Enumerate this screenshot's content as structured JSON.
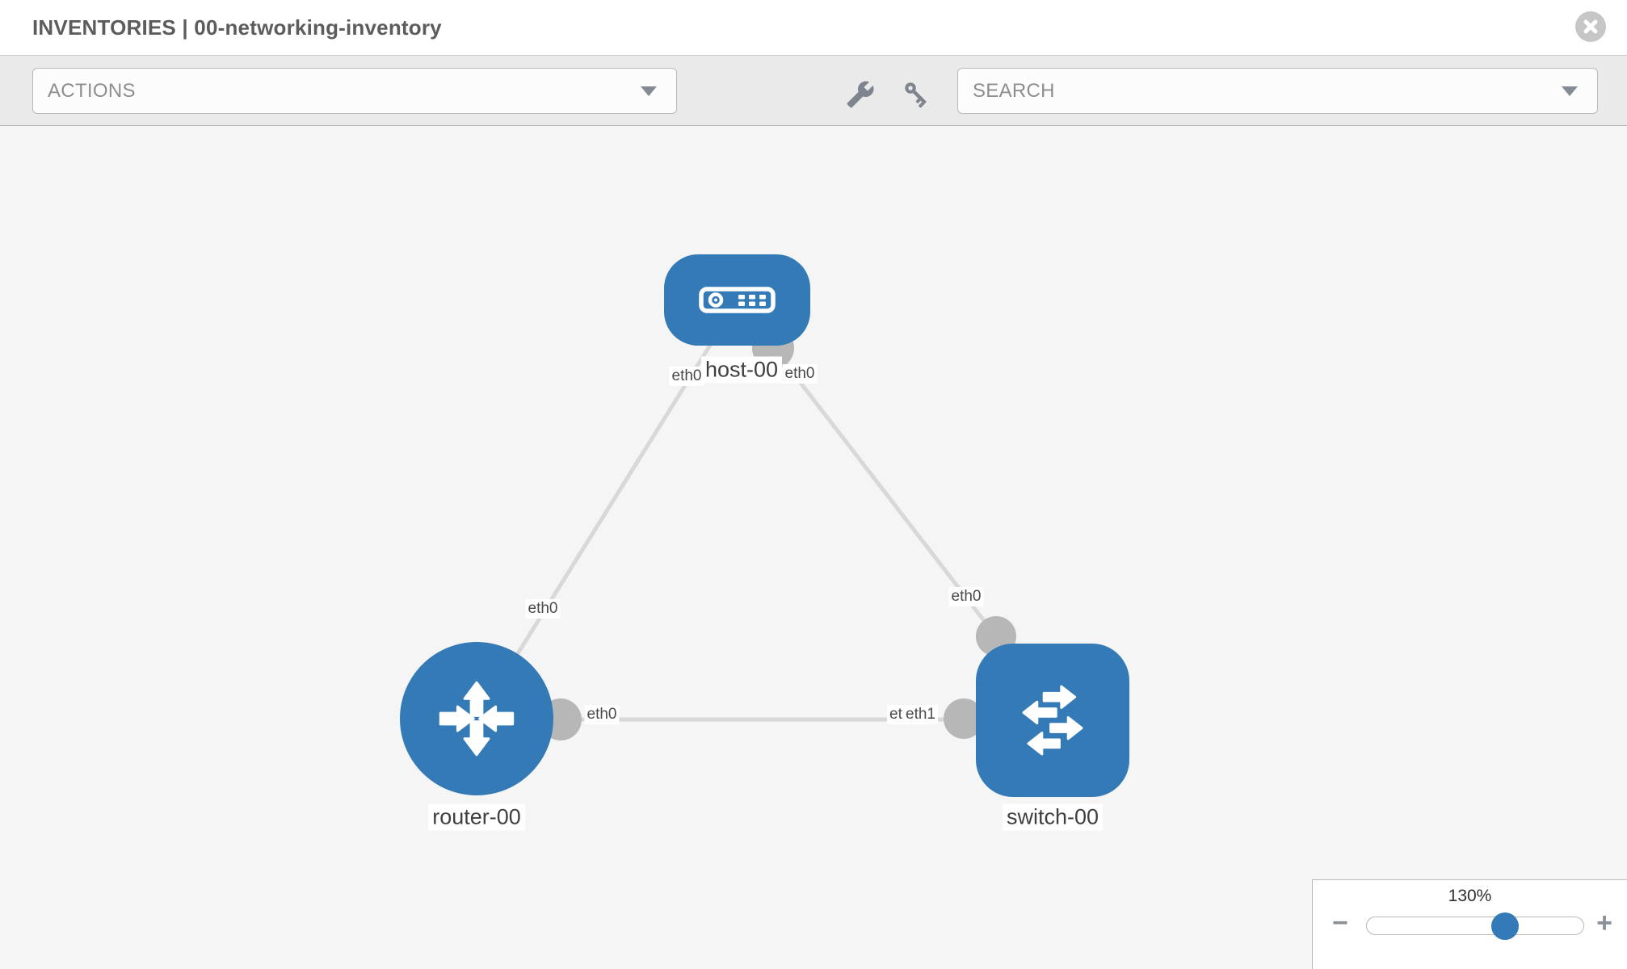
{
  "header": {
    "title": "INVENTORIES | 00-networking-inventory"
  },
  "toolbar": {
    "actions_label": "ACTIONS",
    "search_label": "SEARCH",
    "icons": [
      "wrench-icon",
      "key-icon"
    ]
  },
  "topology": {
    "nodes": [
      {
        "id": "host-00",
        "type": "host",
        "label": "host-00"
      },
      {
        "id": "router-00",
        "type": "router",
        "label": "router-00"
      },
      {
        "id": "switch-00",
        "type": "switch",
        "label": "switch-00"
      }
    ],
    "links": [
      {
        "from": "host-00",
        "to": "router-00",
        "from_interface": "eth0",
        "to_interface": "eth0"
      },
      {
        "from": "host-00",
        "to": "switch-00",
        "from_interface": "eth0",
        "to_interface": "eth0"
      },
      {
        "from": "router-00",
        "to": "switch-00",
        "from_interface": "eth0",
        "to_interfaces": [
          "eth0",
          "eth1"
        ]
      }
    ]
  },
  "zoom_control": {
    "level": "130%",
    "percent": 130,
    "minus_label": "−",
    "plus_label": "+"
  },
  "colors": {
    "node_blue": "#337ab7",
    "link_gray": "#d8d8d8",
    "endpoint_gray": "#b7b7b7",
    "canvas_bg": "#f5f5f5",
    "toolbar_bg": "#eaeaea"
  }
}
